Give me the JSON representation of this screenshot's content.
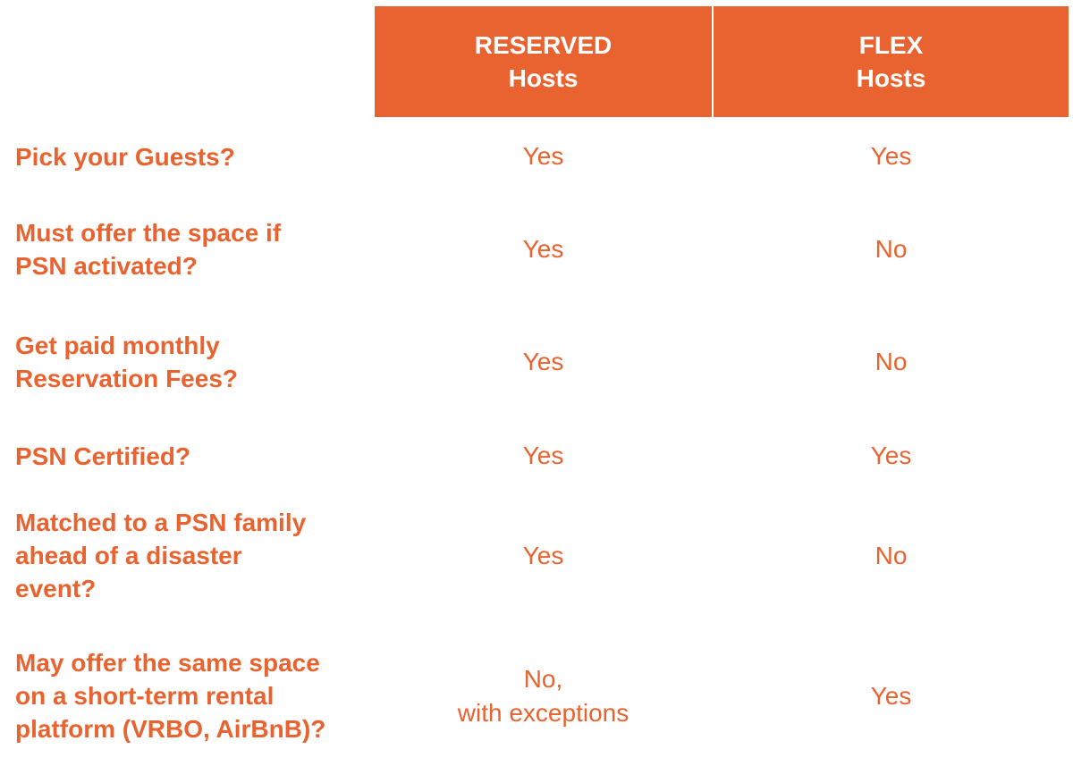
{
  "colors": {
    "accent": "#e8632f",
    "header_text": "#ffffff",
    "background": "#ffffff"
  },
  "header": {
    "reserved": {
      "line1": "RESERVED",
      "line2": "Hosts"
    },
    "flex": {
      "line1": "FLEX",
      "line2": "Hosts"
    }
  },
  "rows": [
    {
      "question": [
        "Pick your Guests?"
      ],
      "reserved": [
        "Yes"
      ],
      "flex": [
        "Yes"
      ]
    },
    {
      "question": [
        "Must offer the space if",
        "PSN activated?"
      ],
      "reserved": [
        "Yes"
      ],
      "flex": [
        "No"
      ]
    },
    {
      "question": [
        "Get paid monthly",
        "Reservation Fees?"
      ],
      "reserved": [
        "Yes"
      ],
      "flex": [
        "No"
      ]
    },
    {
      "question": [
        "PSN Certified?"
      ],
      "reserved": [
        "Yes"
      ],
      "flex": [
        "Yes"
      ]
    },
    {
      "question": [
        "Matched to a PSN family",
        "ahead of a disaster",
        "event?"
      ],
      "reserved": [
        "Yes"
      ],
      "flex": [
        "No"
      ]
    },
    {
      "question": [
        "May offer the same space",
        "on a short-term rental",
        "platform (VRBO, AirBnB)?"
      ],
      "reserved": [
        "No,",
        "with exceptions"
      ],
      "flex": [
        "Yes"
      ]
    }
  ]
}
